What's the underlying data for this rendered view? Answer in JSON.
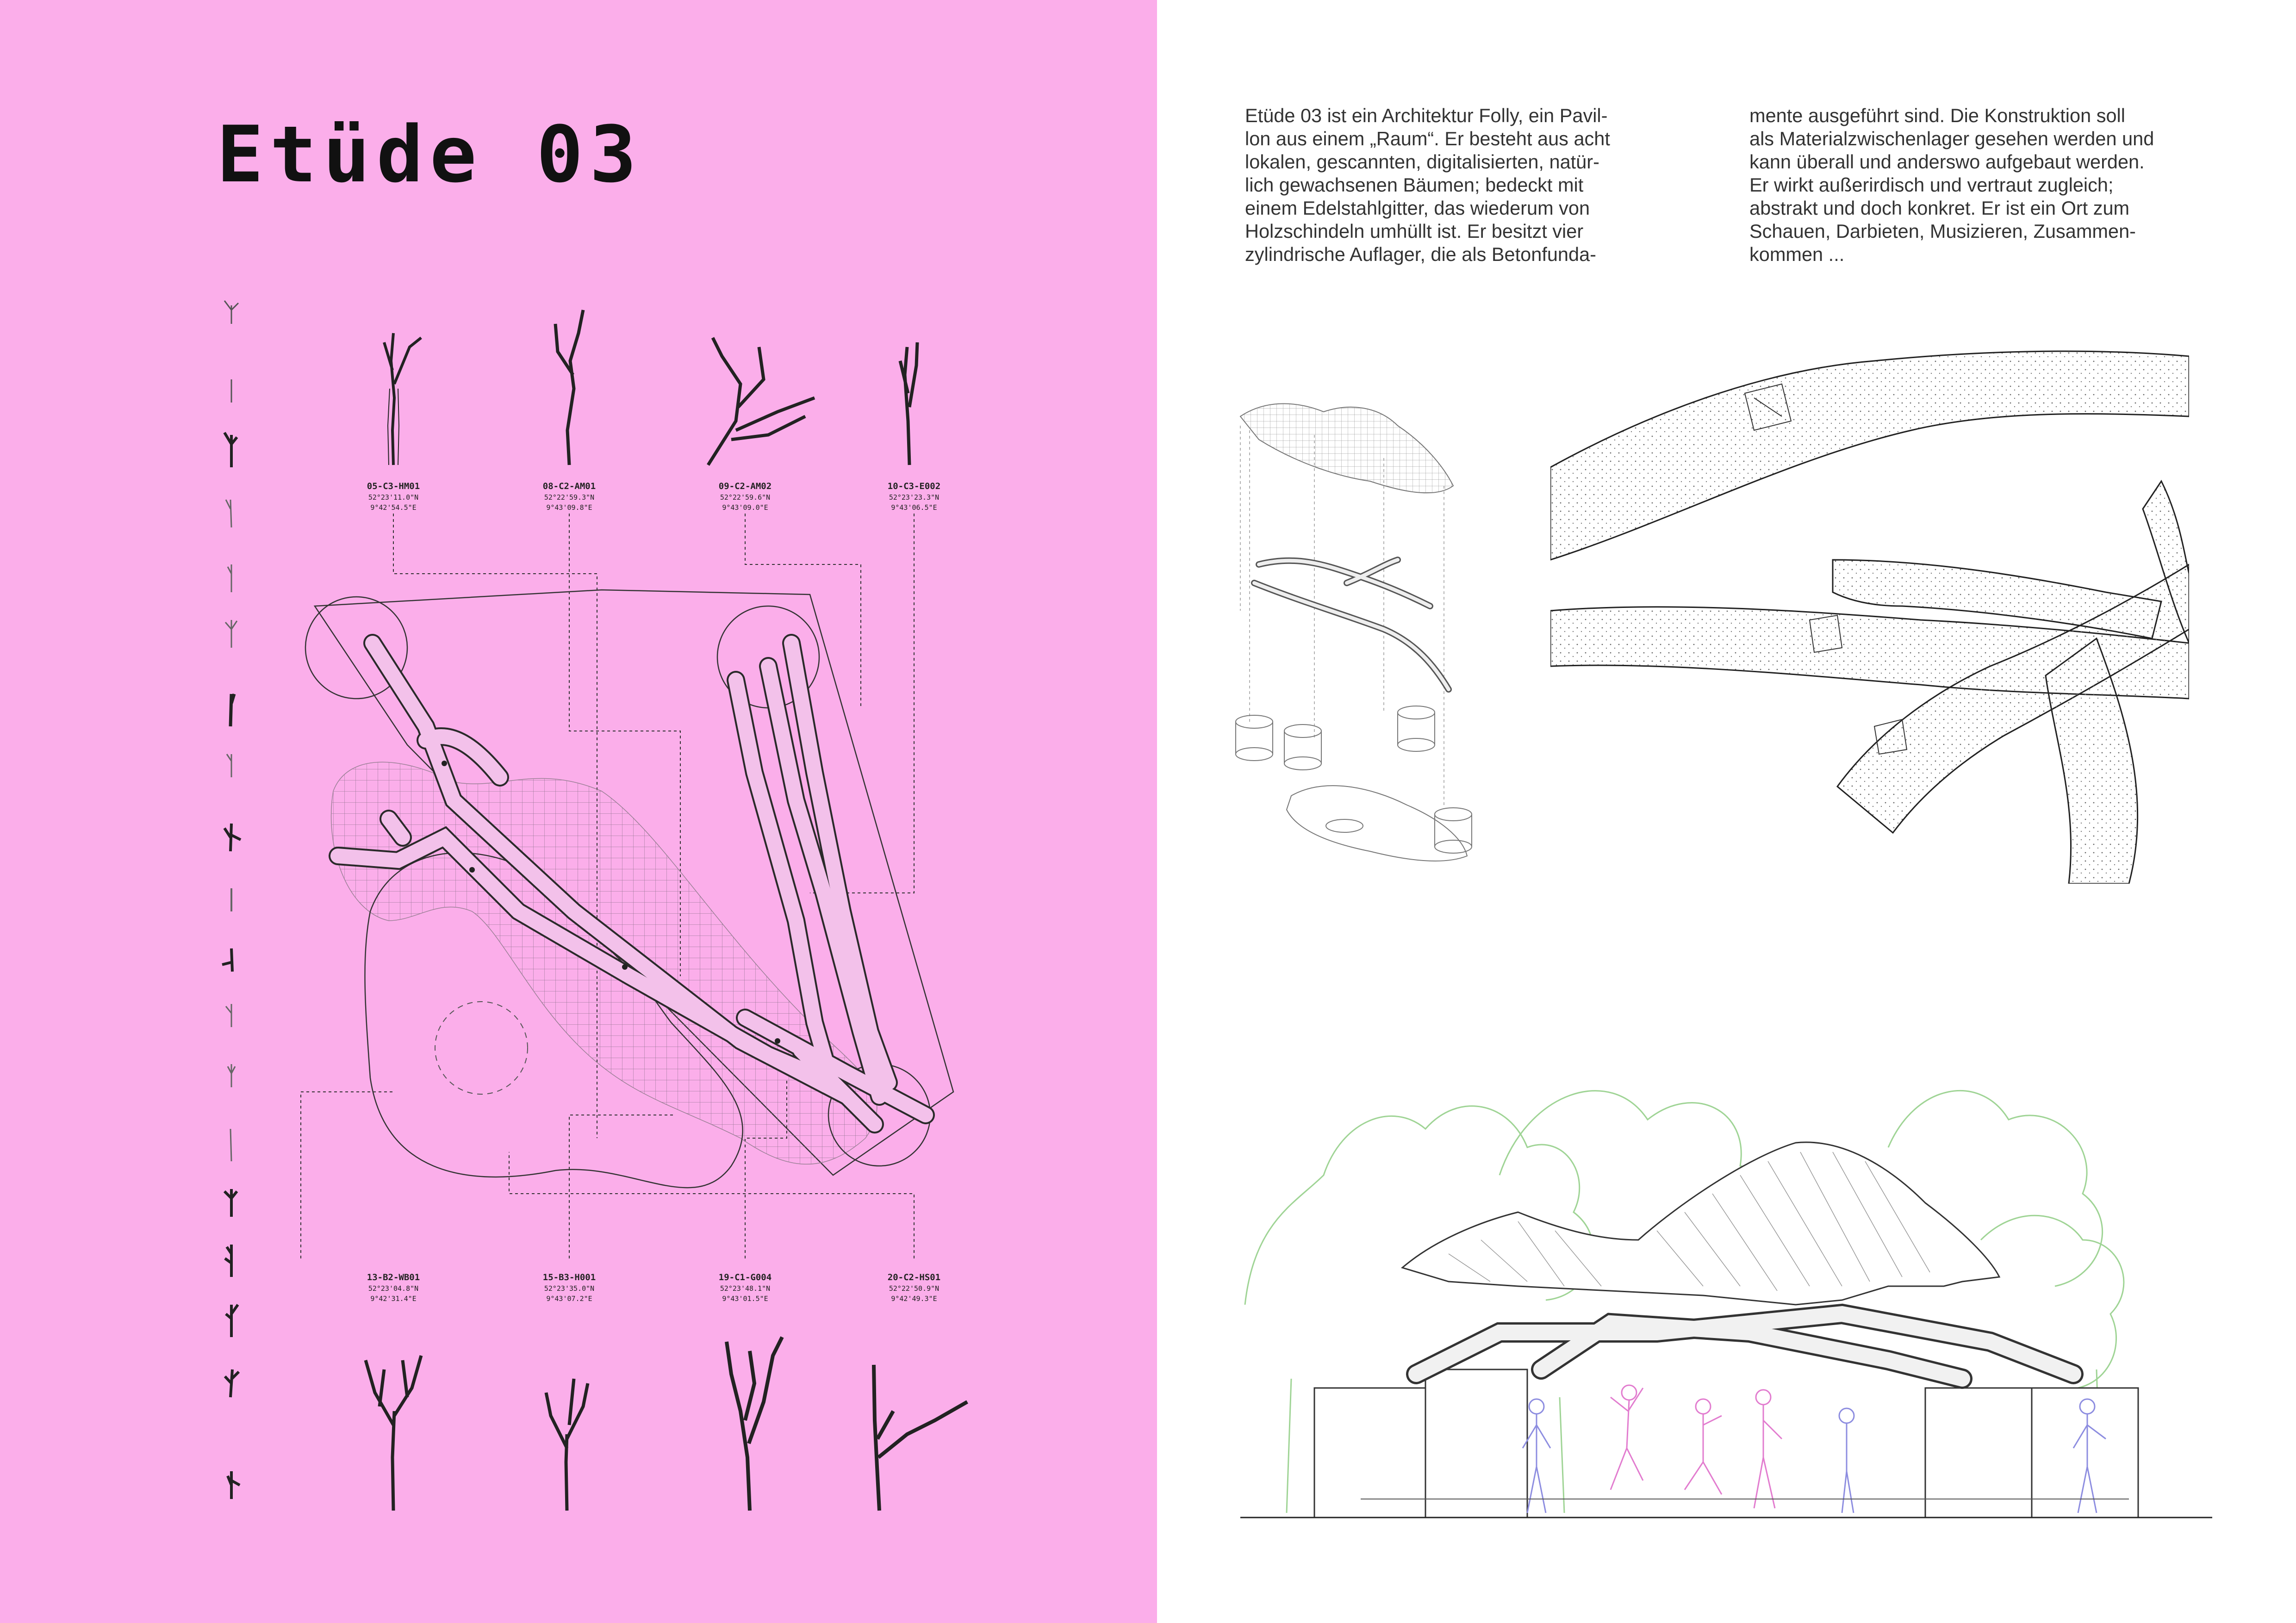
{
  "title": "Etüde 03",
  "description": {
    "column_1": [
      "Etüde 03 ist ein Architektur Folly, ein Pavil-",
      "lon aus einem „Raum“. Er besteht aus acht",
      "lokalen, gescannten, digitalisierten, natür-",
      "lich gewachsenen Bäumen; bedeckt mit",
      "einem Edelstahlgitter, das wiederum von",
      "Holzschindeln umhüllt ist. Er besitzt vier",
      "zylindrische Auflager, die als Betonfunda-"
    ],
    "column_2": [
      "mente ausgeführt sind. Die Konstruktion soll",
      "als Materialzwischenlager gesehen werden und",
      "kann überall und anderswo aufgebaut werden.",
      "Er wirkt außerirdisch und vertraut zugleich;",
      "abstrakt und doch konkret. Er ist ein Ort zum",
      "Schauen, Darbieten, Musizieren, Zusammen-",
      "kommen ..."
    ]
  },
  "trees_top": [
    {
      "id": "05-C3-HM01",
      "lat": "52°23'11.0\"N",
      "lon": "9°42'54.5\"E"
    },
    {
      "id": "08-C2-AM01",
      "lat": "52°22'59.3\"N",
      "lon": "9°43'09.8\"E"
    },
    {
      "id": "09-C2-AM02",
      "lat": "52°22'59.6\"N",
      "lon": "9°43'09.0\"E"
    },
    {
      "id": "10-C3-E002",
      "lat": "52°23'23.3\"N",
      "lon": "9°43'06.5\"E"
    }
  ],
  "trees_bottom": [
    {
      "id": "13-B2-WB01",
      "lat": "52°23'04.8\"N",
      "lon": "9°42'31.4\"E"
    },
    {
      "id": "15-B3-H001",
      "lat": "52°23'35.0\"N",
      "lon": "9°43'07.2\"E"
    },
    {
      "id": "19-C1-G004",
      "lat": "52°23'48.1\"N",
      "lon": "9°43'01.5\"E"
    },
    {
      "id": "20-C2-HS01",
      "lat": "52°22'50.9\"N",
      "lon": "9°42'49.3\"E"
    }
  ],
  "colors": {
    "left_page": "#fbaeea",
    "ink": "#222222",
    "vegetation": "#9fd495",
    "people": "#8d8de0"
  }
}
